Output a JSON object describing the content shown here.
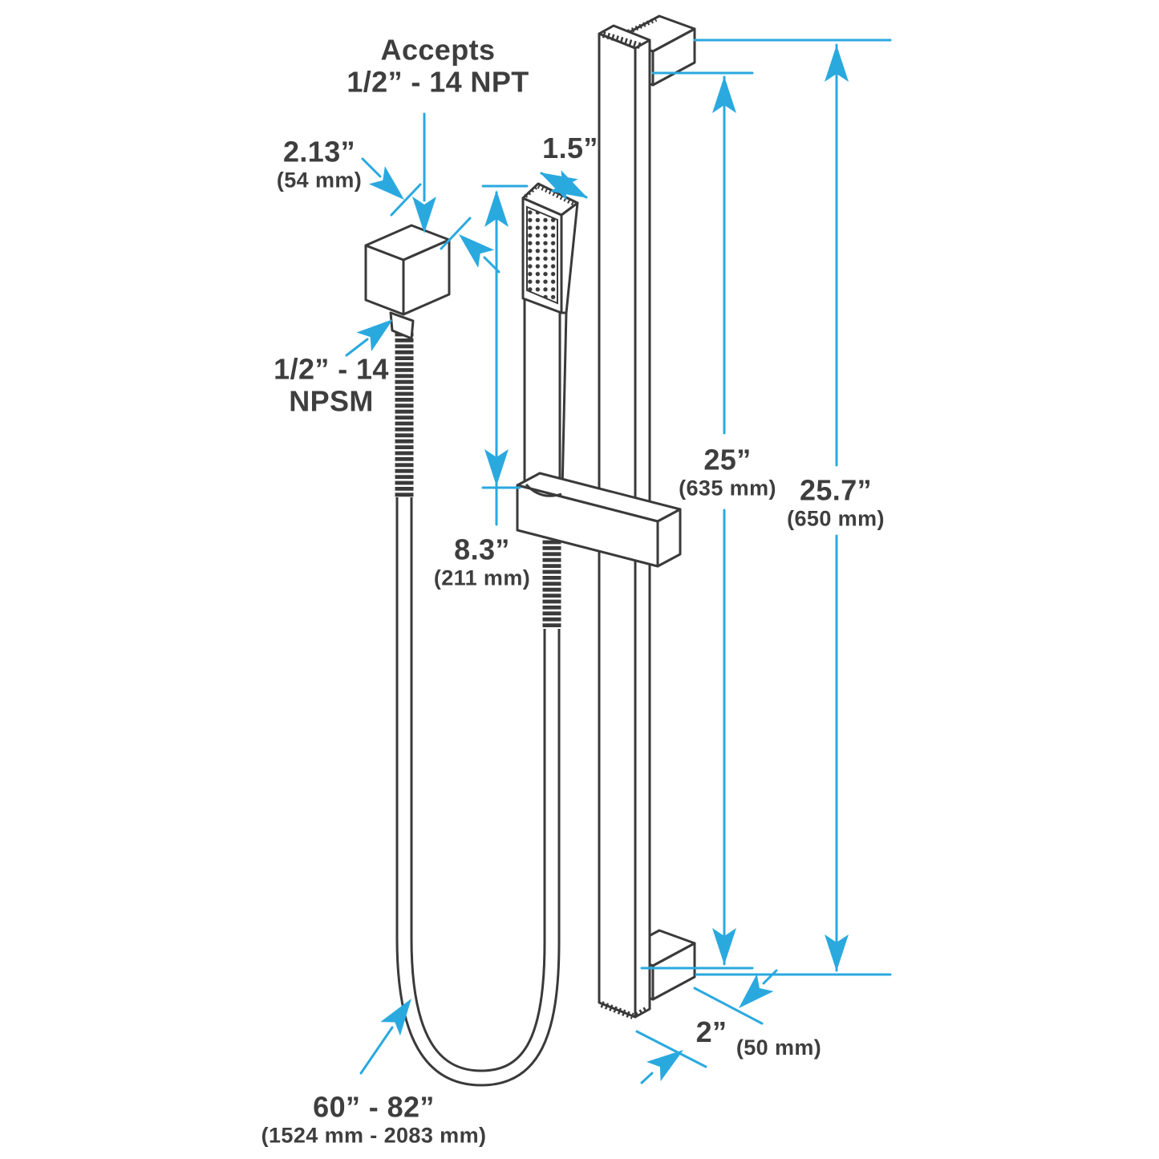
{
  "figure": {
    "type": "product-dimension-diagram",
    "subject": "Slide bar with handheld shower, hose and wall supply elbow"
  },
  "colors": {
    "dimension_accent": "#2aa9df",
    "line_art": "#3a3a3a",
    "text": "#3e3e3e",
    "background": "#ffffff"
  },
  "labels": {
    "accepts": {
      "line1": "Accepts",
      "line2": "1/2” - 14 NPT"
    },
    "npsm": {
      "line1": "1/2” - 14",
      "line2": "NPSM"
    },
    "dims": {
      "elbow_width": {
        "in": "2.13”",
        "mm": "(54 mm)"
      },
      "wand_width": {
        "in": "1.5”"
      },
      "wand_length": {
        "in": "8.3”",
        "mm": "(211 mm)"
      },
      "bar_span": {
        "in": "25”",
        "mm": "(635 mm)"
      },
      "overall_height": {
        "in": "25.7”",
        "mm": "(650 mm)"
      },
      "wall_offset": {
        "in": "2”",
        "mm": "(50 mm)"
      },
      "hose_length": {
        "in": "60” - 82”",
        "mm": "(1524 mm - 2083 mm)"
      }
    }
  }
}
